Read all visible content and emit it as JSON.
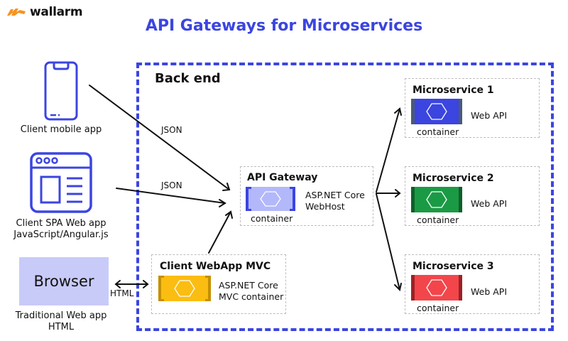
{
  "brand": {
    "name": "wallarm",
    "logo_icon": "wallarm-logo-icon",
    "accent": "#f7931e"
  },
  "title": "API Gateways for Microservices",
  "colors": {
    "primary": "#3b45e0",
    "gateway": "#b3b8fb",
    "mvc": "#fbbd12",
    "ms1": "#3b45e0",
    "ms2": "#1b9a45",
    "ms3": "#f2464b"
  },
  "clients": {
    "mobile": {
      "label": "Client mobile app",
      "icon": "smartphone-icon"
    },
    "spa": {
      "label": "Client SPA Web app",
      "sublabel": "JavaScript/Angular.js",
      "icon": "browser-window-icon"
    },
    "traditional": {
      "box": "Browser",
      "label": "Traditional Web app",
      "sublabel": "HTML"
    }
  },
  "backend": {
    "label": "Back end"
  },
  "edges": {
    "mobile_to_gateway": "JSON",
    "spa_to_gateway": "JSON",
    "browser_to_mvc": "HTML"
  },
  "gateway": {
    "title": "API Gateway",
    "container_label": "container",
    "line1": "ASP.NET Core",
    "line2": "WebHost"
  },
  "mvc": {
    "title": "Client WebApp MVC",
    "line1": "ASP.NET Core",
    "line2": "MVC container"
  },
  "microservices": [
    {
      "title": "Microservice 1",
      "container_label": "container",
      "api": "Web API"
    },
    {
      "title": "Microservice 2",
      "container_label": "container",
      "api": "Web API"
    },
    {
      "title": "Microservice 3",
      "container_label": "container",
      "api": "Web API"
    }
  ]
}
